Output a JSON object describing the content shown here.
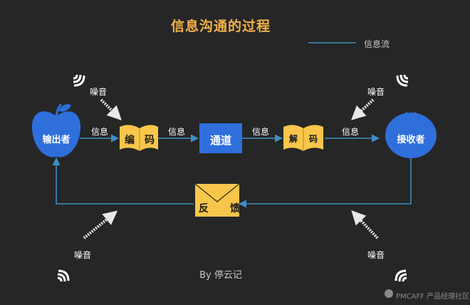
{
  "title": "信息沟通的过程",
  "legend": {
    "label": "信息流",
    "line_color": "#3d8fc4"
  },
  "nodes": {
    "sender": "输出者",
    "encode": [
      "编",
      "码"
    ],
    "channel": "通道",
    "decode": [
      "解",
      "码"
    ],
    "receiver": "接收者",
    "feedback": [
      "反",
      "馈"
    ]
  },
  "edge_labels": [
    "信息",
    "信息",
    "信息",
    "信息"
  ],
  "noise_labels": [
    "噪音",
    "噪音",
    "噪音",
    "噪音"
  ],
  "byline": "By 停云记",
  "watermark": "PMCAFF 产品经理社区",
  "colors": {
    "accent_blue": "#2f6fdc",
    "accent_yellow": "#f7c64a",
    "flow_line": "#3d8fc4",
    "title": "#f2b24a"
  },
  "icons": {
    "sender": "apple-icon",
    "receiver": "tomato-icon",
    "encode": "open-book-icon",
    "decode": "open-book-icon",
    "feedback": "envelope-icon",
    "noise": "signal-waves-icon"
  }
}
